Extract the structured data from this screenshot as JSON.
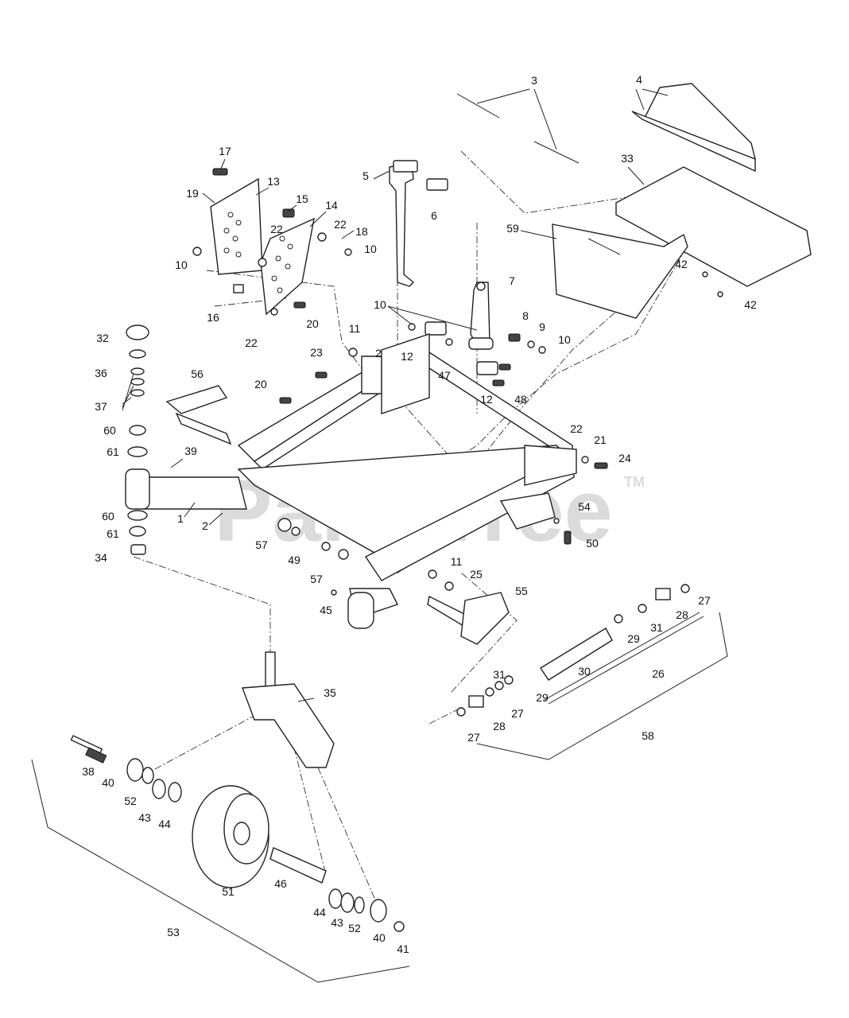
{
  "watermark": {
    "text": "PartsTree",
    "tm": "TM"
  },
  "callouts": [
    "1",
    "2",
    "2",
    "3",
    "4",
    "5",
    "6",
    "7",
    "8",
    "9",
    "10",
    "10",
    "10",
    "10",
    "11",
    "11",
    "12",
    "12",
    "13",
    "14",
    "15",
    "16",
    "17",
    "18",
    "19",
    "20",
    "20",
    "21",
    "22",
    "22",
    "22",
    "22",
    "23",
    "24",
    "25",
    "26",
    "27",
    "27",
    "27",
    "28",
    "28",
    "29",
    "29",
    "30",
    "31",
    "31",
    "32",
    "33",
    "34",
    "35",
    "36",
    "37",
    "38",
    "39",
    "40",
    "40",
    "41",
    "42",
    "42",
    "43",
    "43",
    "44",
    "44",
    "45",
    "46",
    "47",
    "48",
    "49",
    "50",
    "51",
    "52",
    "52",
    "53",
    "54",
    "55",
    "56",
    "57",
    "57",
    "58",
    "59",
    "60",
    "60",
    "61",
    "61"
  ]
}
